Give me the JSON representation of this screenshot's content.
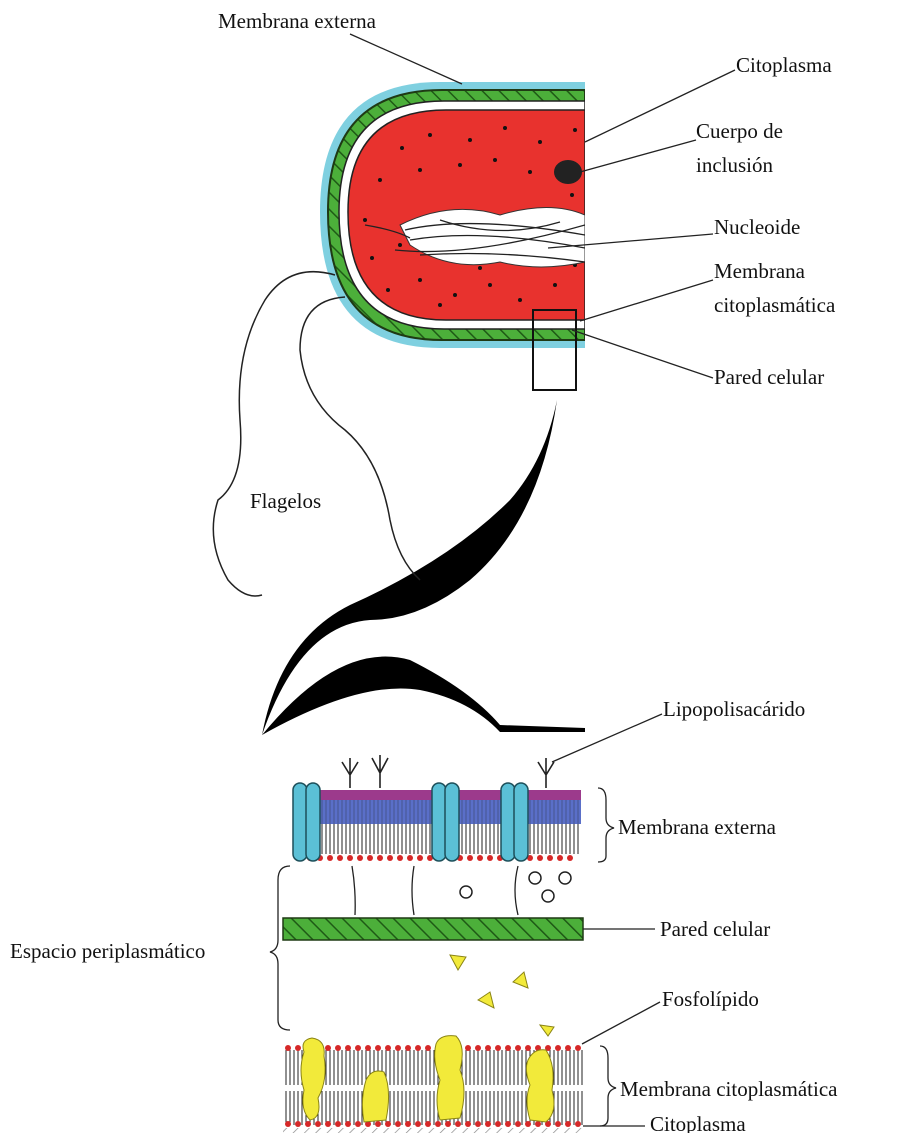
{
  "labels": {
    "membrana_externa_top": "Membrana externa",
    "citoplasma_top": "Citoplasma",
    "cuerpo_inclusion_1": "Cuerpo de",
    "cuerpo_inclusion_2": "inclusión",
    "nucleoide": "Nucleoide",
    "membrana_citoplasmatica_1": "Membrana",
    "membrana_citoplasmatica_2": "citoplasmática",
    "pared_celular_top": "Pared celular",
    "flagelos": "Flagelos",
    "lipopolisacarido": "Lipopolisacárido",
    "membrana_externa_bottom": "Membrana externa",
    "pared_celular_bottom": "Pared celular",
    "espacio_periplasmatico": "Espacio periplasmático",
    "fosfolipido": "Fosfolípido",
    "membrana_citoplasmatica_bottom": "Membrana citoplasmática",
    "citoplasma_bottom": "Citoplasma"
  },
  "colors": {
    "cytoplasm": "#e8322e",
    "outer_membrane": "#7fd0e0",
    "cell_wall": "#4caf3a",
    "porin": "#5bc0d6",
    "lps_head": "#9c3a8c",
    "phospholipid_head": "#d62828",
    "tail_blue": "#5a6fc8",
    "protein_yellow": "#f2ea3a"
  }
}
